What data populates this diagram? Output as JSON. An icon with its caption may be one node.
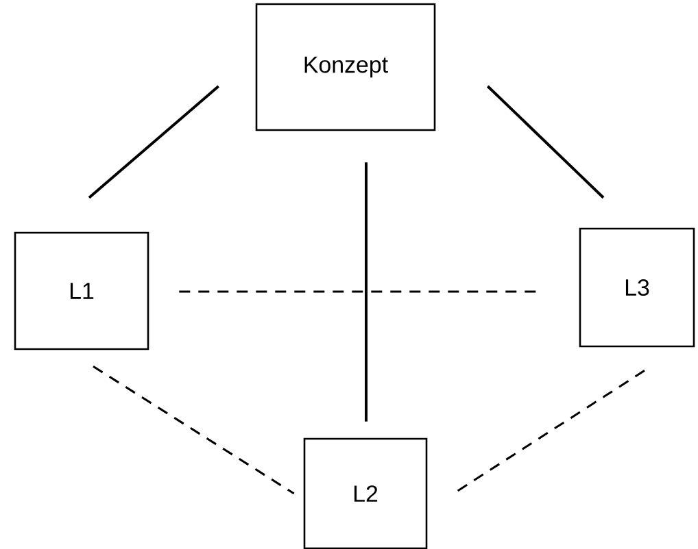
{
  "diagram": {
    "nodes": [
      {
        "text": [
          "Konzept"
        ]
      },
      {
        "text": [
          "L1"
        ]
      },
      {
        "text": [
          "L3"
        ]
      },
      {
        "text": [
          "L2"
        ]
      }
    ],
    "edges": [
      {
        "from": 0,
        "to": 1,
        "arrow": "none"
      },
      {
        "from": 0,
        "to": 2,
        "arrow": "none"
      },
      {
        "from": 0,
        "to": 3,
        "arrow": "none"
      },
      {
        "from": 1,
        "to": 2,
        "arrow": "none",
        "style": "dashed"
      },
      {
        "from": 1,
        "to": 3,
        "arrow": "none",
        "style": "dashed"
      },
      {
        "from": 2,
        "to": 3,
        "arrow": "none",
        "style": "dashed"
      }
    ]
  }
}
